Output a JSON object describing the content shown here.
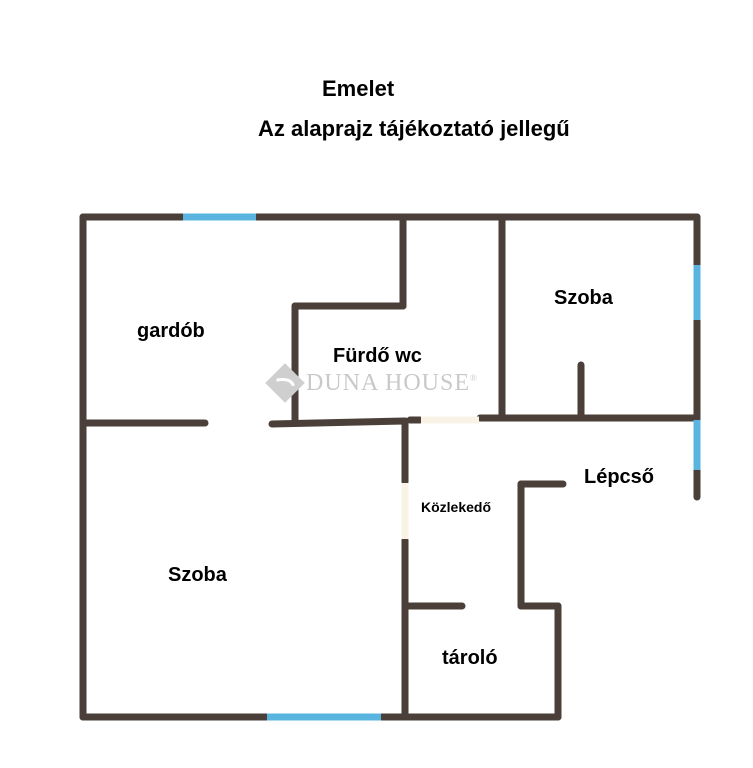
{
  "header": {
    "title": "Emelet",
    "subtitle": "Az alaprajz tájékoztató jellegű"
  },
  "rooms": {
    "gardob": "gardób",
    "furdo": "Fürdő wc",
    "szoba_top": "Szoba",
    "lepcso": "Lépcső",
    "kozlekedo": "Közlekedő",
    "szoba_bottom": "Szoba",
    "tarolo": "tároló"
  },
  "watermark": {
    "text": "DUNA HOUSE",
    "mark": "®"
  },
  "colors": {
    "wall": "#4b3f39",
    "window": "#5ab4e0",
    "door": "#f8f3e6"
  }
}
